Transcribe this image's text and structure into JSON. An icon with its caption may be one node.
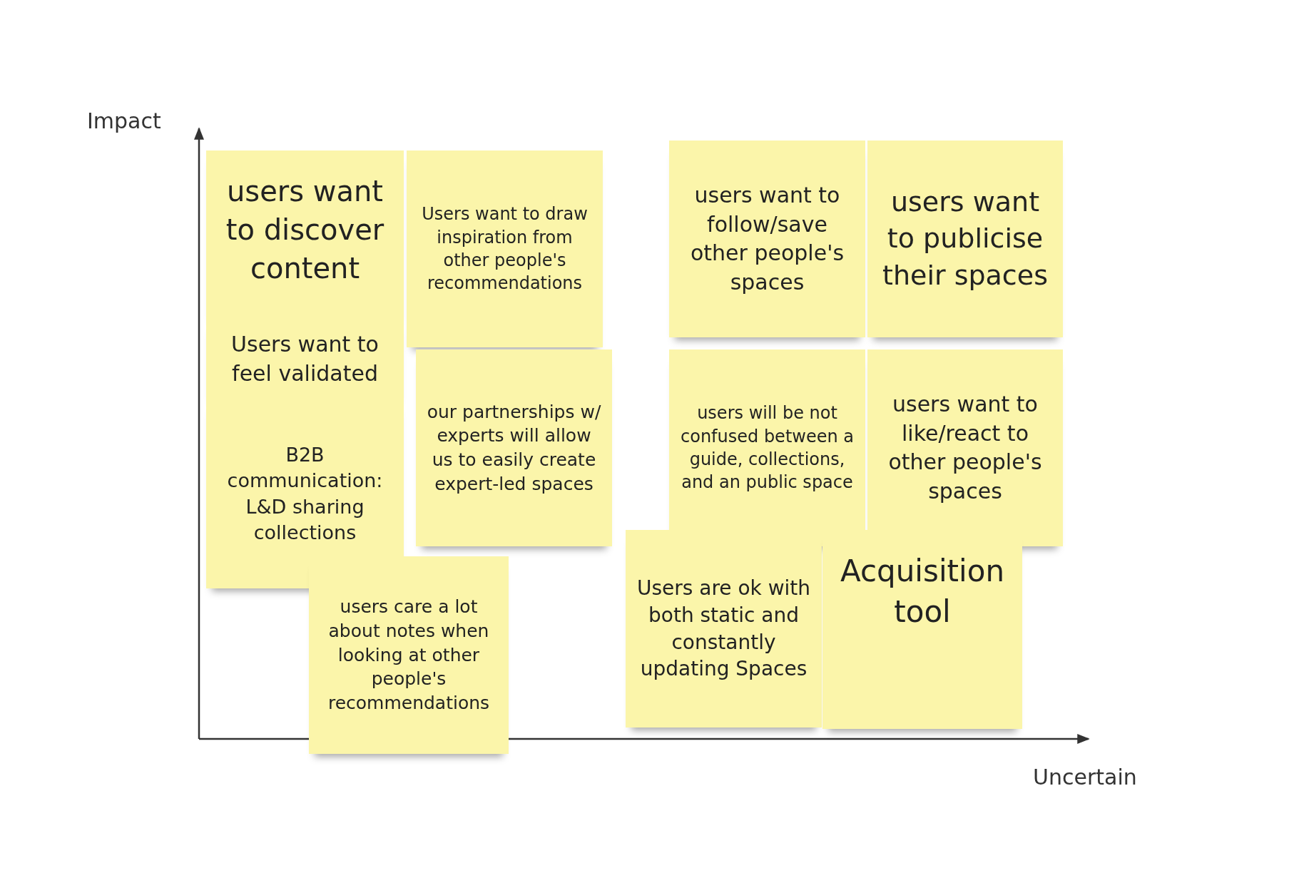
{
  "diagram": {
    "nodes": [
      {
        "text": [
          "users want to discover content"
        ]
      },
      {
        "text": [
          "Users want to draw inspiration from other people's recommendations"
        ]
      },
      {
        "text": [
          "users want to follow/save other people's spaces"
        ]
      },
      {
        "text": [
          "users want to publicise their spaces"
        ]
      },
      {
        "text": [
          "Users want to feel validated"
        ]
      },
      {
        "text": [
          "our partnerships w/ experts will allow us to easily create expert-led spaces"
        ]
      },
      {
        "text": [
          "users will be not confused between a guide, collections, and an public space"
        ]
      },
      {
        "text": [
          "users want to like/react to other people's spaces"
        ]
      },
      {
        "text": [
          "B2B communication: L&D sharing collections"
        ]
      },
      {
        "text": [
          "users care a lot about notes when looking at other people's recommendations"
        ]
      },
      {
        "text": [
          "Users are ok with both static and constantly updating Spaces"
        ]
      },
      {
        "text": [
          "Acquisition tool"
        ]
      }
    ],
    "labels": [
      "Impact",
      "Uncertain"
    ]
  }
}
